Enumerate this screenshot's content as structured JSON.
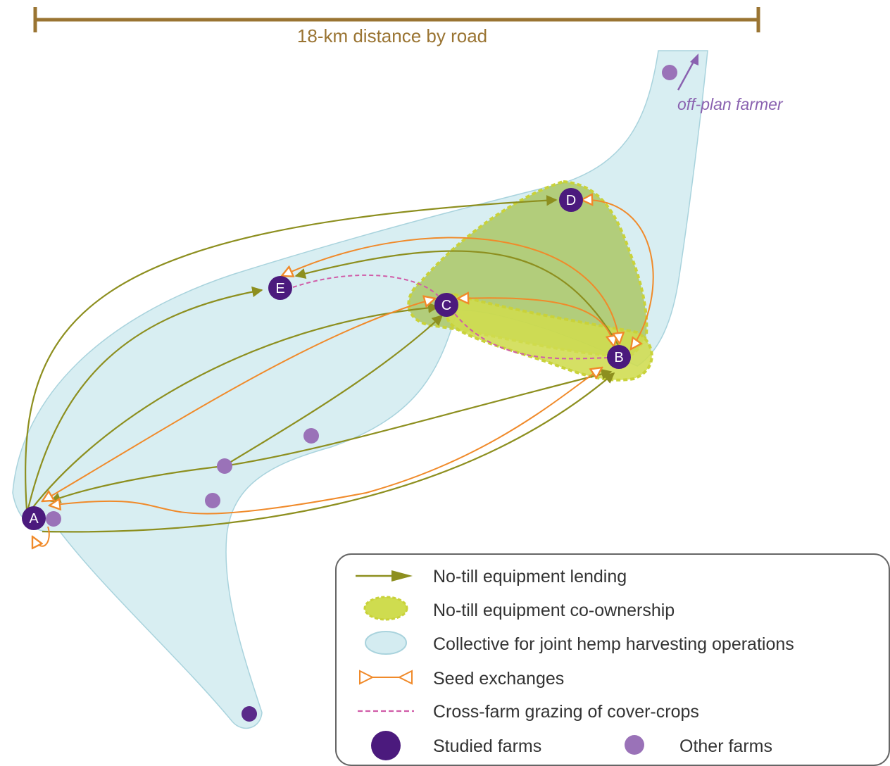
{
  "scale_bar": {
    "label": "18-km distance by road"
  },
  "off_plan_label": "off-plan farmer",
  "studied_farms": [
    {
      "id": "A"
    },
    {
      "id": "B"
    },
    {
      "id": "C"
    },
    {
      "id": "D"
    },
    {
      "id": "E"
    }
  ],
  "legend": {
    "equipment_lending": "No-till equipment lending",
    "co_ownership": "No-till equipment co-ownership",
    "collective": "Collective for joint hemp harvesting operations",
    "seed_exchanges": "Seed exchanges",
    "grazing": "Cross-farm grazing of cover-crops",
    "studied_farms": "Studied farms",
    "other_farms": "Other farms"
  },
  "colors": {
    "scale": "#9a7432",
    "lending": "#8d8f1f",
    "co_ownership_fill": "#cfdc4f",
    "co_ownership_outline": "#c9d23a",
    "collective_fill": "#d4ecf1",
    "collective_outline": "#a9d3dd",
    "seed": "#f08a2a",
    "grazing": "#d05ca8",
    "studied_farm": "#4b1a7d",
    "other_farm": "#9a72b8"
  }
}
